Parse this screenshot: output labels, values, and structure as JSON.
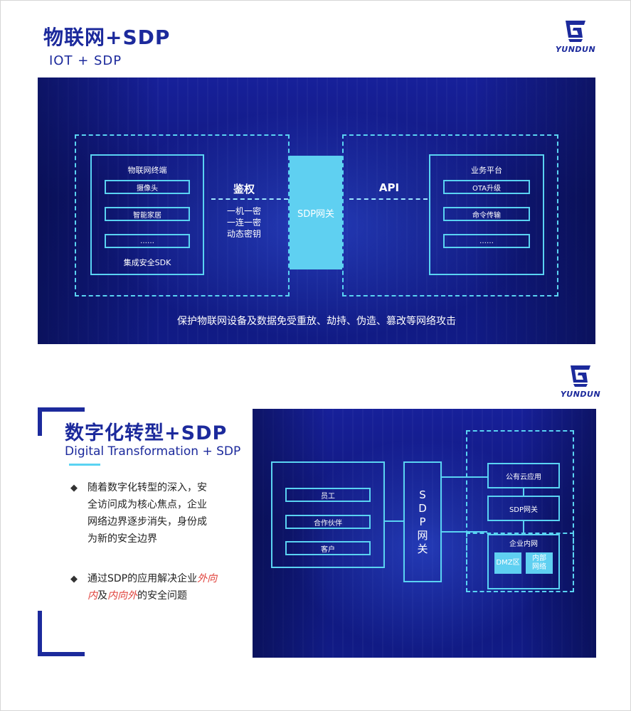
{
  "logo_text": "YUNDUN",
  "slide1": {
    "title": "物联网+SDP",
    "subtitle": "IOT  +  SDP",
    "left_box": {
      "title": "物联网终端",
      "items": [
        "摄像头",
        "智能家居",
        "……"
      ],
      "footer": "集成安全SDK"
    },
    "auth_label": "鉴权",
    "auth_methods": [
      "一机一密",
      "一连一密",
      "动态密钥"
    ],
    "gateway": "SDP网关",
    "api_label": "API",
    "right_box": {
      "title": "业务平台",
      "items": [
        "OTA升级",
        "命令传输",
        "……"
      ]
    },
    "footer": "保护物联网设备及数据免受重放、劫持、伪造、篡改等网络攻击"
  },
  "slide2": {
    "title": "数字化转型+SDP",
    "subtitle": "Digital Transformation + SDP",
    "bullet_symbol": "◆",
    "bullets": [
      {
        "lines": [
          "随着数字化转型的深入，安",
          "全访问成为核心焦点，企业",
          "网络边界逐步消失，身份成",
          "为新的安全边界"
        ]
      },
      {
        "pre": "通过SDP的应用解决企业",
        "em1": "外向内",
        "mid": "及",
        "em2": "内向外",
        "post": "的安全问题"
      }
    ],
    "users": [
      "员工",
      "合作伙伴",
      "客户"
    ],
    "gateway_chars": [
      "S",
      "D",
      "P",
      "网",
      "关"
    ],
    "cloud_app": "公有云应用",
    "sdp_gateway": "SDP网关",
    "intranet": {
      "title": "企业内网",
      "dmz": "DMZ区",
      "internal": "内部网络"
    }
  }
}
